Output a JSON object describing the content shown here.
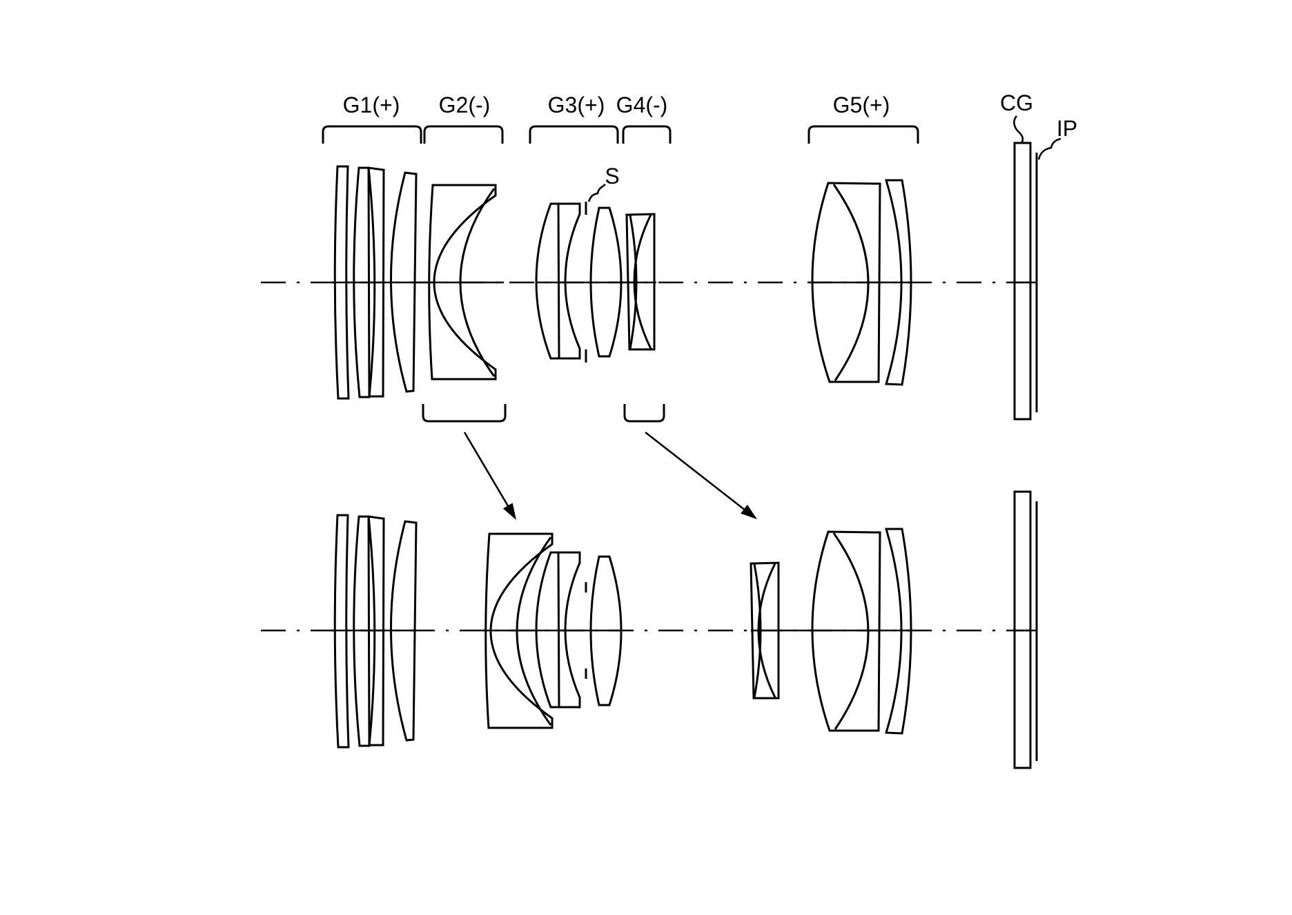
{
  "figure": {
    "kind": "zoom-lens-cross-section",
    "colors": {
      "background": "#ffffff",
      "ink": "#000000"
    }
  },
  "groups": {
    "g1": {
      "label": "G1(+)"
    },
    "g2": {
      "label": "G2(-)"
    },
    "g3": {
      "label": "G3(+)"
    },
    "g4": {
      "label": "G4(-)"
    },
    "g5": {
      "label": "G5(+)"
    }
  },
  "annotations": {
    "aperture_stop": "S",
    "cover_glass": "CG",
    "image_plane": "IP"
  }
}
